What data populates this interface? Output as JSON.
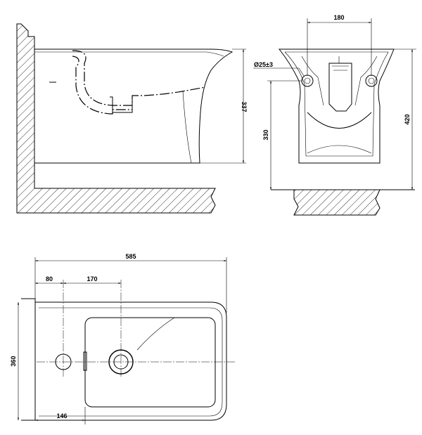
{
  "dimensions": {
    "side_height": "337",
    "front_width_centers": "180",
    "front_hole_diameter": "Ø25±3",
    "front_height_rim": "330",
    "front_height_total": "420",
    "top_length": "585",
    "top_hole_offset": "80",
    "top_basin_offset": "170",
    "top_width": "360",
    "top_bottom_offset": "146"
  }
}
